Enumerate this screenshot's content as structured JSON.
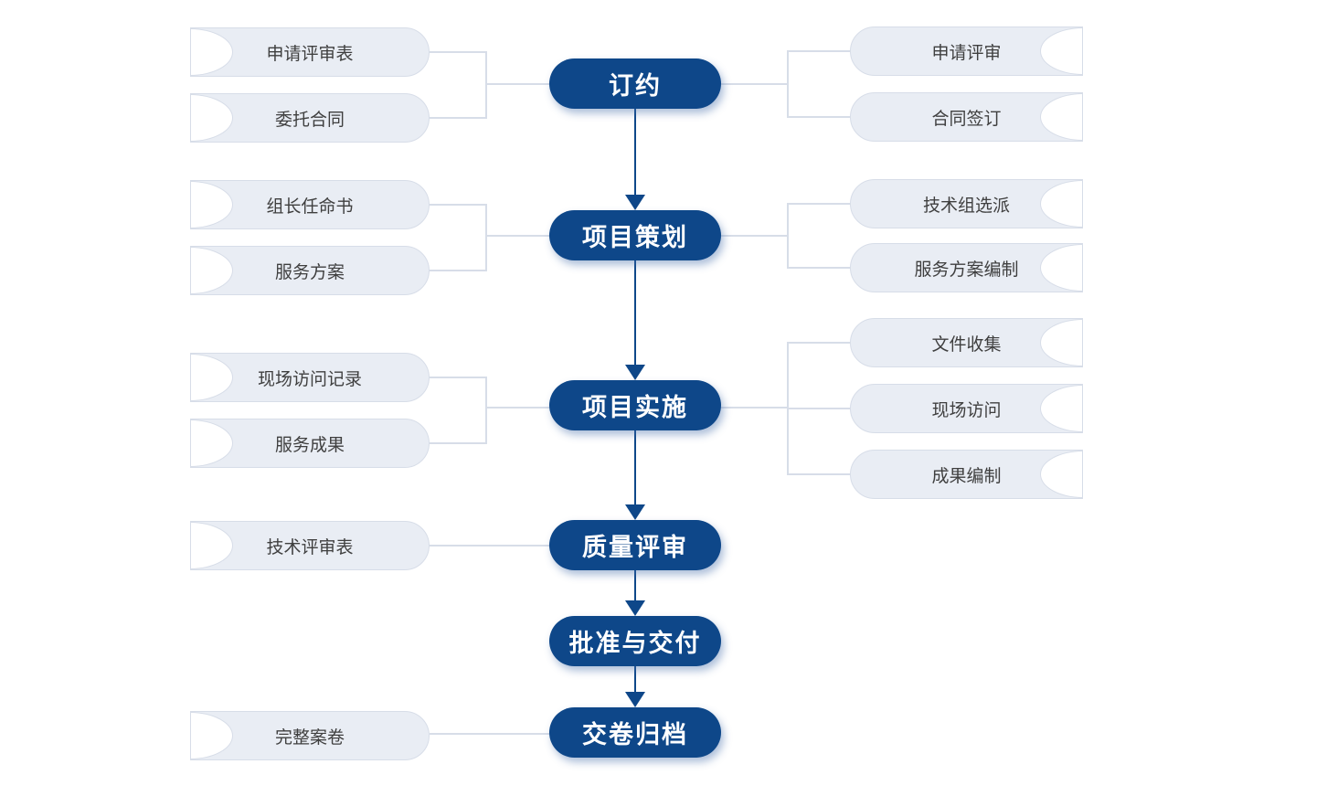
{
  "colors": {
    "node_fill": "#0E4789",
    "node_text": "#FFFFFF",
    "pill_fill": "#E9EDF4",
    "pill_border": "#D7DDE8",
    "connector": "#D7DDE8",
    "pill_text": "#3F3F3F"
  },
  "stages": [
    {
      "label": "订约",
      "docs": [
        "申请评审表",
        "委托合同"
      ],
      "activities": [
        "申请评审",
        "合同签订"
      ]
    },
    {
      "label": "项目策划",
      "docs": [
        "组长任命书",
        "服务方案"
      ],
      "activities": [
        "技术组选派",
        "服务方案编制"
      ]
    },
    {
      "label": "项目实施",
      "docs": [
        "现场访问记录",
        "服务成果"
      ],
      "activities": [
        "文件收集",
        "现场访问",
        "成果编制"
      ]
    },
    {
      "label": "质量评审",
      "docs": [
        "技术评审表"
      ],
      "activities": []
    },
    {
      "label": "批准与交付",
      "docs": [],
      "activities": []
    },
    {
      "label": "交卷归档",
      "docs": [
        "完整案卷"
      ],
      "activities": []
    }
  ]
}
